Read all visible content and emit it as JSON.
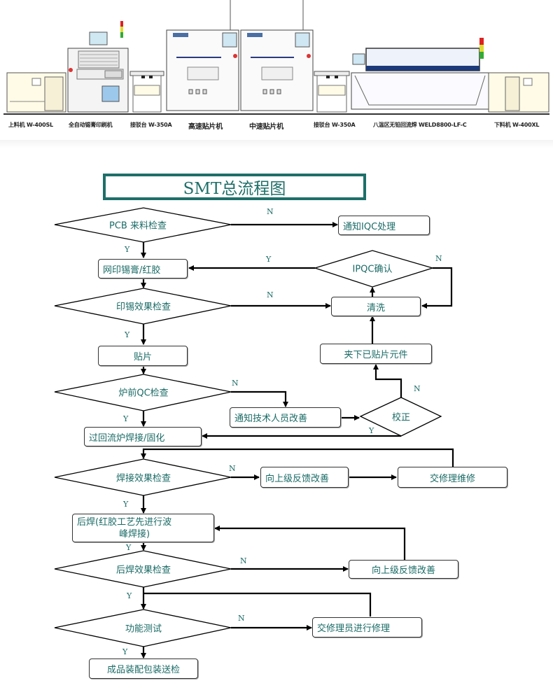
{
  "banner": {
    "machines": [
      {
        "label": "上料机 W-400SL"
      },
      {
        "label": "全自动锡膏印刷机"
      },
      {
        "label": "接驳台 W-350A"
      },
      {
        "label": "高速贴片机"
      },
      {
        "label": "中速贴片机"
      },
      {
        "label": "接驳台 W-350A"
      },
      {
        "label": "八温区无铅回流焊 WELD8800-LF-C"
      },
      {
        "label": "下料机 W-400XL"
      }
    ]
  },
  "flowchart": {
    "title": "SMT总流程图",
    "nodes": {
      "pcb_check": "PCB 来料检查",
      "notify_iqc": "通知IQC处理",
      "print_paste": "网印锡膏/红胶",
      "ipqc_confirm": "IPQC确认",
      "print_check": "印锡效果检查",
      "clean": "清洗",
      "mount": "贴片",
      "remove_parts": "夹下已贴片元件",
      "pre_oven_qc": "炉前QC检查",
      "notify_tech": "通知技术人员改善",
      "correct": "校正",
      "reflow": "过回流炉焊接/固化",
      "solder_check": "焊接效果检查",
      "feedback_1": "向上级反馈改善",
      "repair_1": "交修理维修",
      "post_solder_l1": "后焊(红胶工艺先进行波",
      "post_solder_l2": "峰焊接)",
      "post_solder_check": "后焊效果检查",
      "feedback_2": "向上级反馈改善",
      "function_test": "功能测试",
      "repair_2": "交修理员进行修理",
      "final_pack": "成品装配包装送检"
    },
    "labels": {
      "yes": "Y",
      "no": "N"
    }
  },
  "colors": {
    "title_border": "#1e6f69",
    "text": "#1a6b66",
    "line": "#000000"
  }
}
